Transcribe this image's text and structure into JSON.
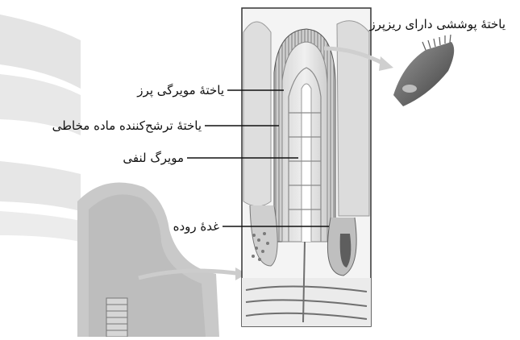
{
  "diagram": {
    "labels": {
      "epithelial_cell": "یاختهٔ پوششی دارای ریزپرز",
      "villus_capillary": "یاختهٔ مویرگی پرز",
      "mucus_cell": "یاختهٔ ترشح‌کننده ماده مخاطی",
      "lymph_capillary": "مویرگ لنفی",
      "intestinal_gland": "غدهٔ روده"
    },
    "colors": {
      "ink": "#111111",
      "tissue_light": "#e3e3e3",
      "tissue_mid": "#bdbdbd",
      "tissue_dark": "#6f6f6f",
      "band": "#e2e2e2"
    }
  }
}
